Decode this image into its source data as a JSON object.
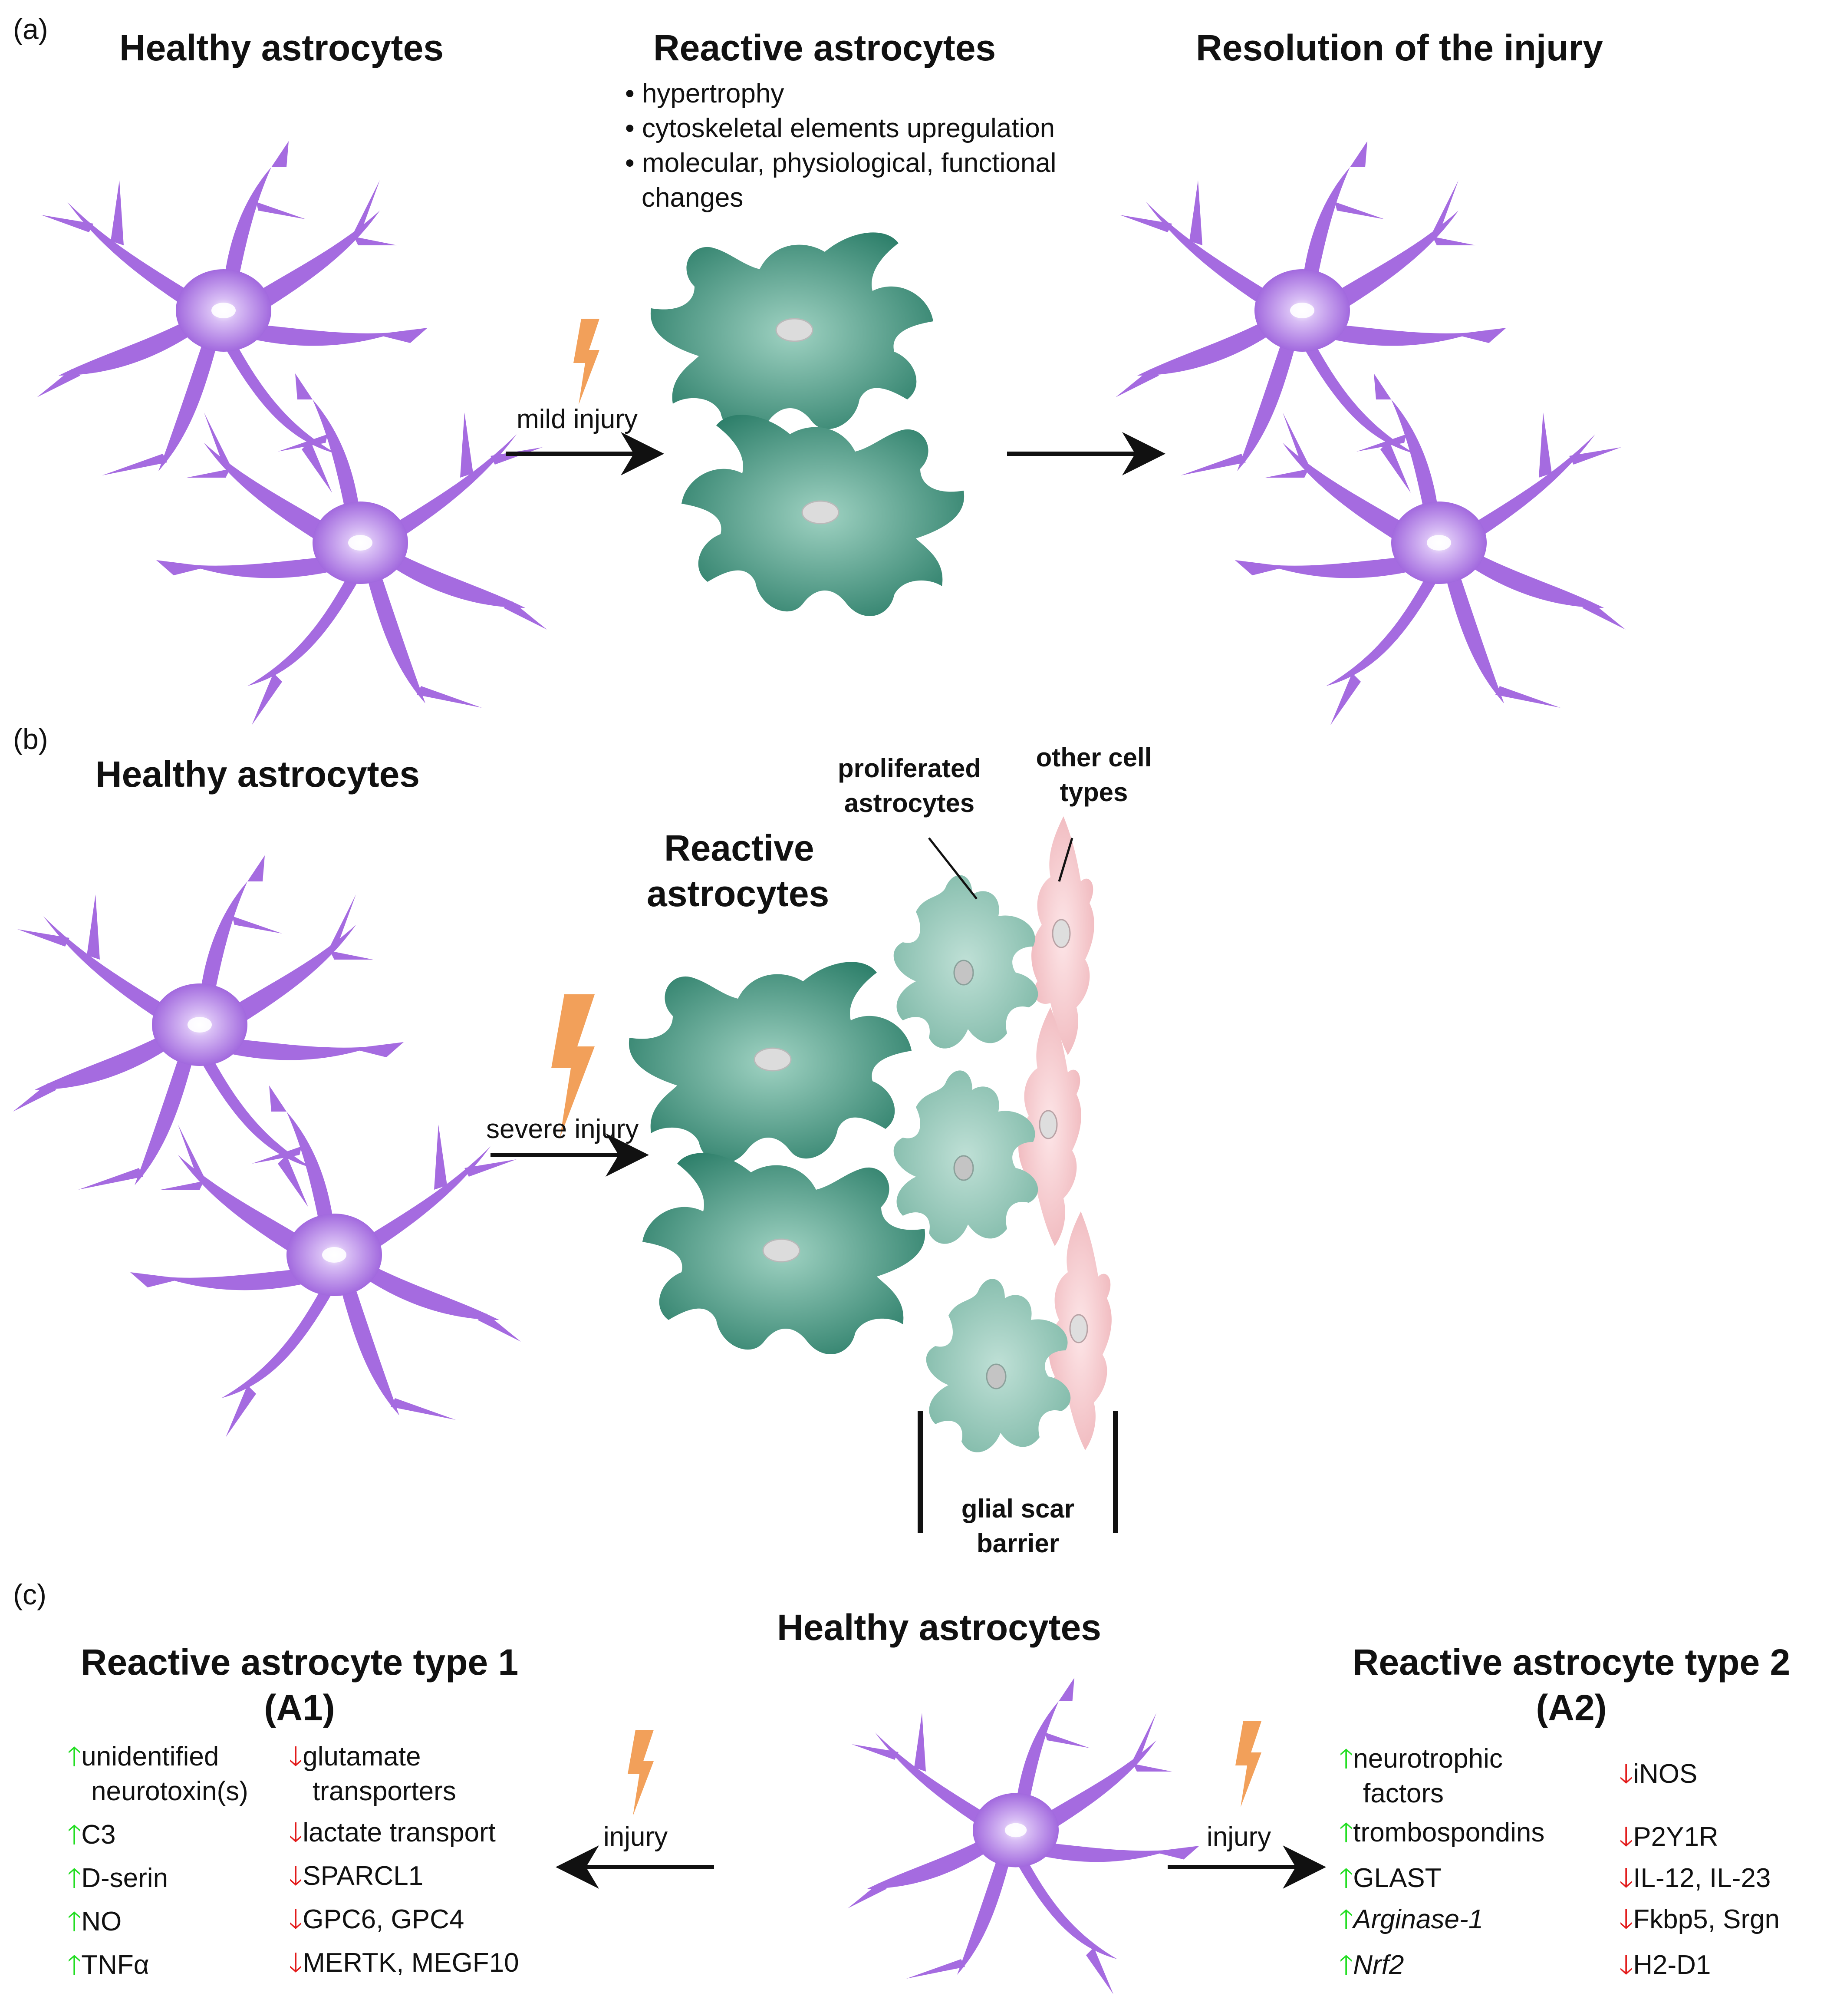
{
  "panel_a": {
    "tag": "(a)",
    "title_healthy": "Healthy astrocytes",
    "title_reactive": "Reactive astrocytes",
    "title_resolution": "Resolution of the injury",
    "bullets": [
      "hypertrophy",
      "cytoskeletal elements upregulation",
      "molecular, physiological, functional",
      "changes"
    ],
    "injury_label": "mild injury"
  },
  "panel_b": {
    "tag": "(b)",
    "title_healthy": "Healthy astrocytes",
    "reactive_line1": "Reactive",
    "reactive_line2": "astrocytes",
    "proliferated_line1": "proliferated",
    "proliferated_line2": "astrocytes",
    "other_line1": "other cell",
    "other_line2": "types",
    "injury_label": "severe injury",
    "scar_line1": "glial scar",
    "scar_line2": "barrier"
  },
  "panel_c": {
    "tag": "(c)",
    "title_healthy": "Healthy astrocytes",
    "a1_title_line1": "Reactive astrocyte type 1",
    "a1_title_line2": "(A1)",
    "a2_title_line1": "Reactive astrocyte type 2",
    "a2_title_line2": "(A2)",
    "injury_left": "injury",
    "injury_right": "injury",
    "a1_up": [
      "unidentified",
      "neurotoxin(s)",
      "C3",
      "D-serin",
      "NO",
      "TNFα"
    ],
    "a1_down": [
      "glutamate",
      "transporters",
      "lactate transport",
      "SPARCL1",
      "GPC6, GPC4",
      "MERTK, MEGF10"
    ],
    "a2_up": [
      "neurotrophic",
      "factors",
      "trombospondins",
      "GLAST",
      "Arginase-1",
      "Nrf2"
    ],
    "a2_down": [
      "iNOS",
      "P2Y1R",
      "IL-12, IL-23",
      "Fkbp5, Srgn",
      "H2-D1"
    ],
    "up_marker": "🡑",
    "down_marker": "🡓"
  },
  "colors": {
    "healthy": "#a56be0",
    "reactive": "#2f8a74",
    "proliferated": "#8cc4b5",
    "other_cells": "#f2c4c7",
    "lightning": "#f2a05a",
    "up_arrow": "#22dd22",
    "down_arrow": "#e21b1b"
  }
}
